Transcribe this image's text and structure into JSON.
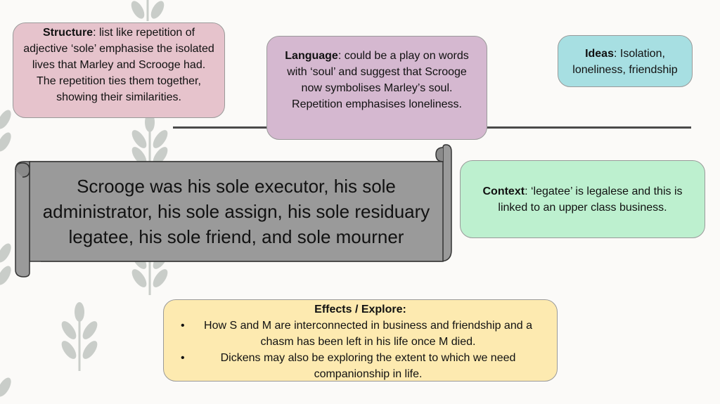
{
  "structure": {
    "heading": "Structure",
    "text": ": list like repetition of adjective ‘sole’ emphasise the isolated lives that Marley and Scrooge had. The repetition ties them together, showing their similarities."
  },
  "language": {
    "heading": "Language",
    "text": ": could be a play on words with ‘soul’ and suggest that Scrooge now symbolises Marley’s soul. Repetition emphasises loneliness."
  },
  "ideas": {
    "heading": "Ideas",
    "text": ": Isolation, loneliness, friendship"
  },
  "context": {
    "heading": "Context",
    "text": ": ‘legatee’ is legalese and this is linked to an upper class business."
  },
  "quote": {
    "text": "Scrooge was his sole executor, his sole administrator, his sole assign, his sole residuary legatee, his sole friend, and sole mourner"
  },
  "effects": {
    "heading": "Effects / Explore:",
    "items": [
      "How S and M are interconnected in business and friendship and a chasm has been left in his life once M died.",
      "Dickens may also be exploring the extent to which we need companionship in life."
    ]
  },
  "colors": {
    "structure": "#e6c3cc",
    "language": "#d5b8d0",
    "ideas": "#a7dfe2",
    "context": "#bdf0cf",
    "effects": "#fdeab0",
    "scroll": "#9a9a9a",
    "leaf": "#c9cdc9"
  }
}
